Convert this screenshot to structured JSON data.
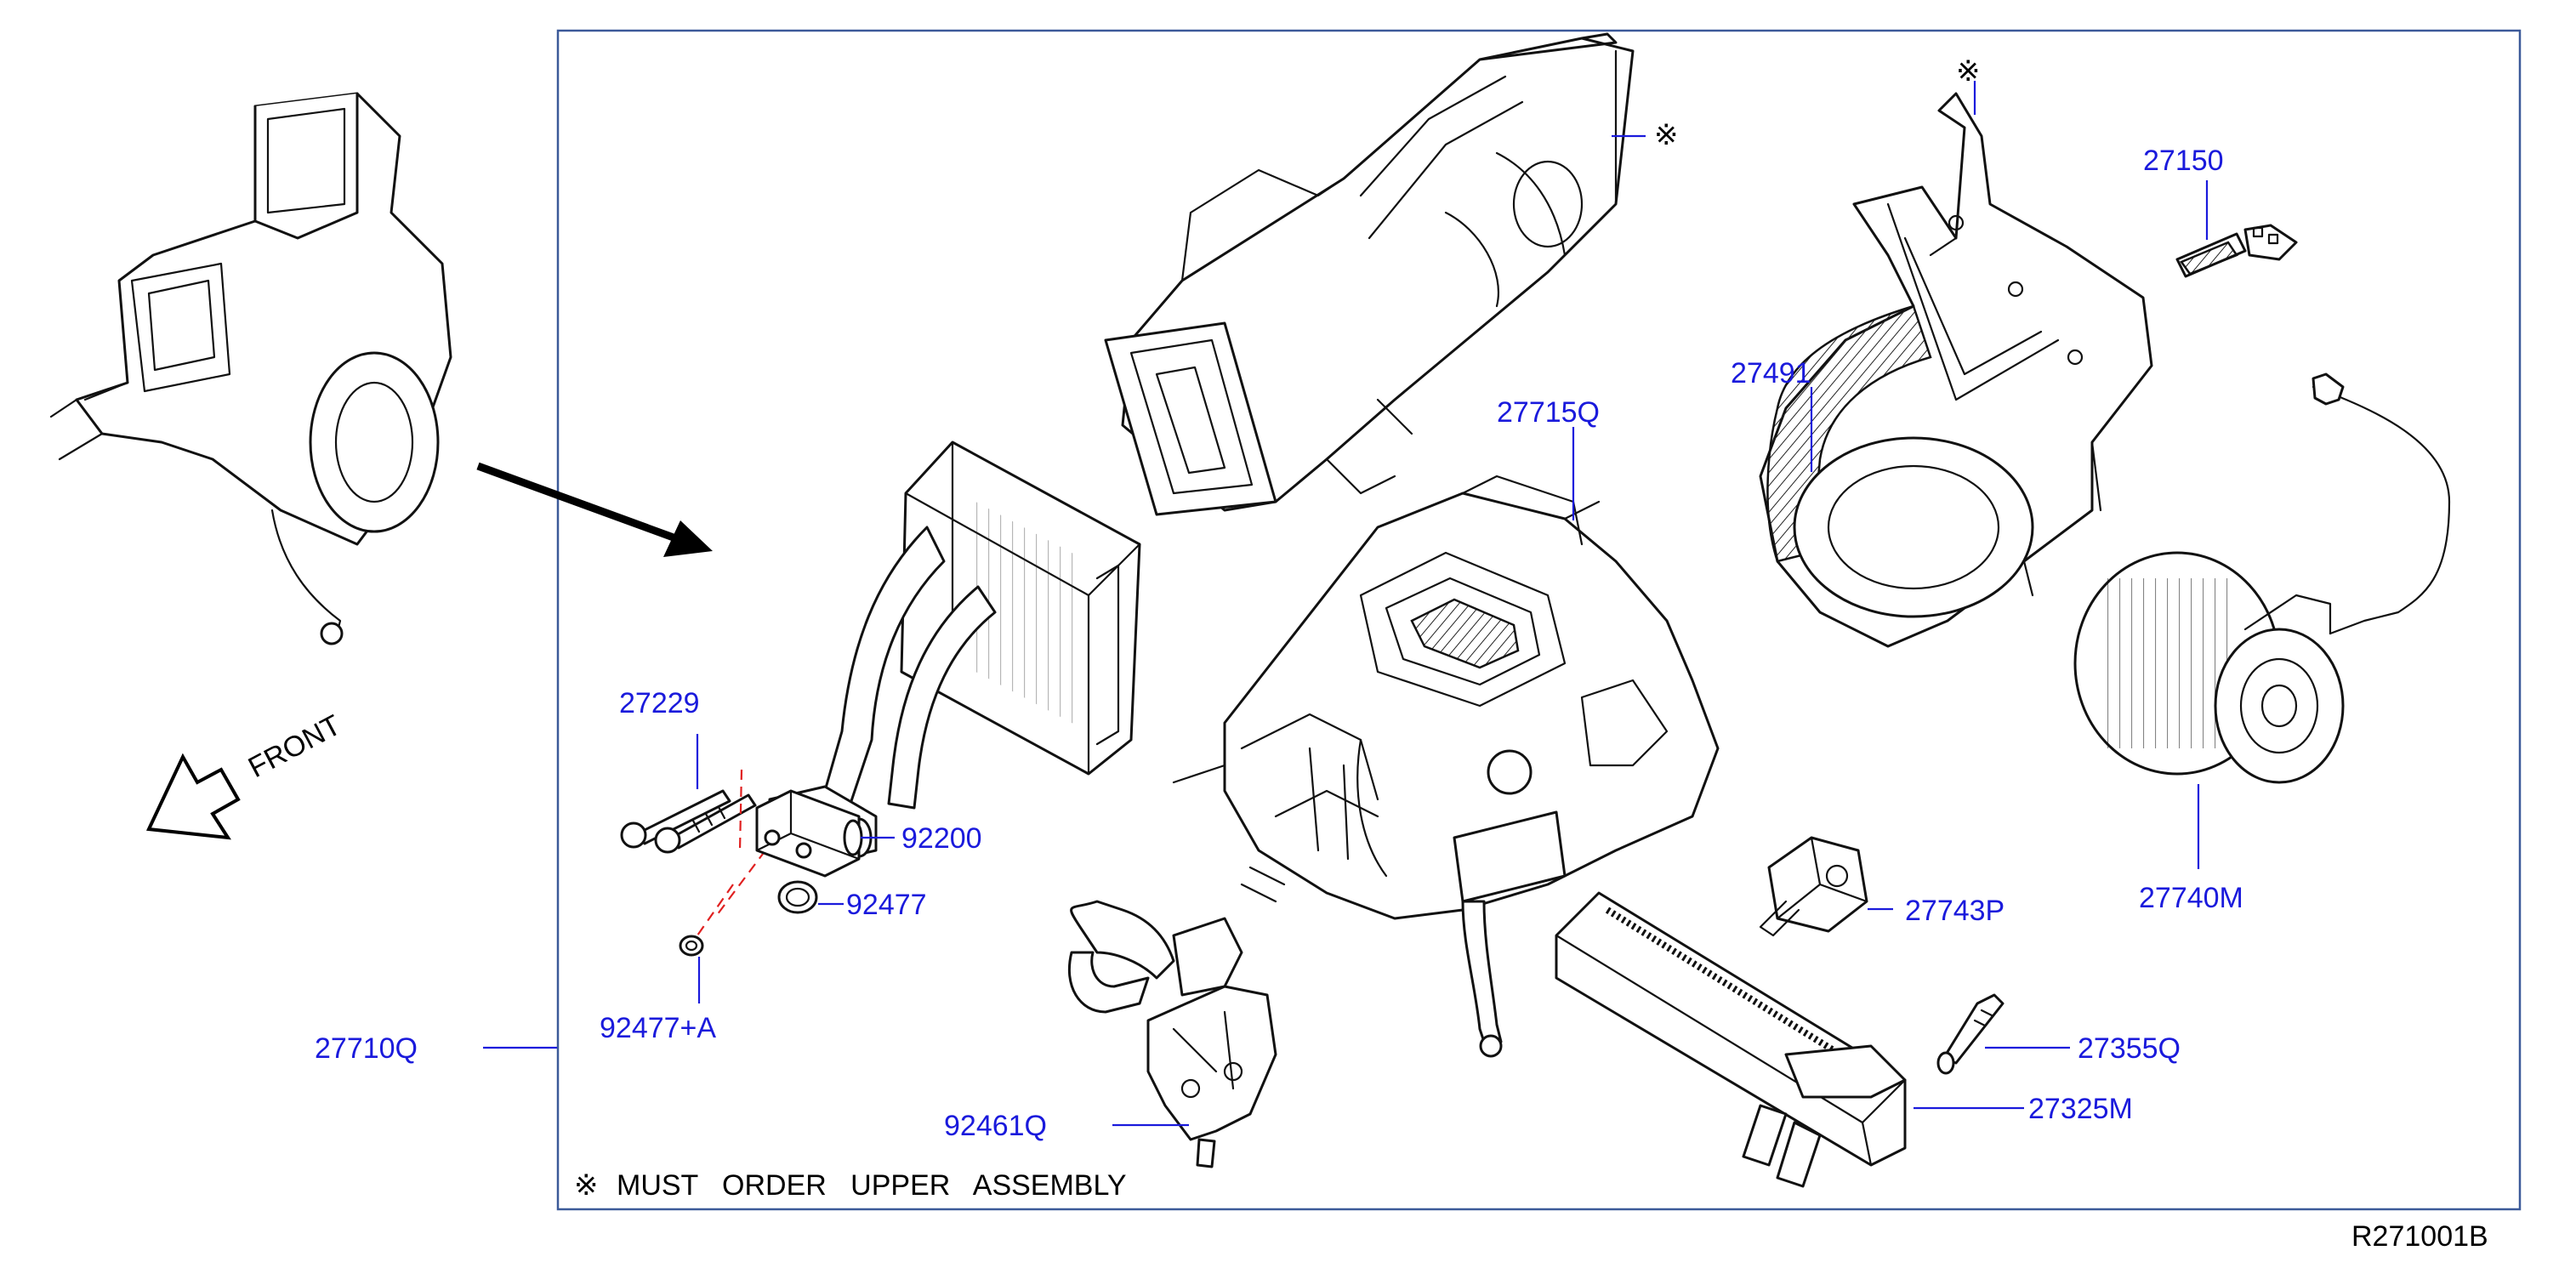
{
  "diagram": {
    "reference_code": "R271001B",
    "note_symbol": "※",
    "note_text": "MUST   ORDER   UPPER   ASSEMBLY",
    "direction_label": "FRONT",
    "colors": {
      "label": "#1a1adc",
      "line": "#111111",
      "frame": "#3c5a99",
      "seal_guide": "#e02020"
    },
    "callouts": {
      "p27150": "27150",
      "p27491": "27491",
      "p27715q": "27715Q",
      "p27229": "27229",
      "p92200": "92200",
      "p92477": "92477",
      "p92477a": "92477+A",
      "p27710q": "27710Q",
      "p92461q": "92461Q",
      "p27743p": "27743P",
      "p27740m": "27740M",
      "p27355q": "27355Q",
      "p27325m": "27325M"
    }
  }
}
